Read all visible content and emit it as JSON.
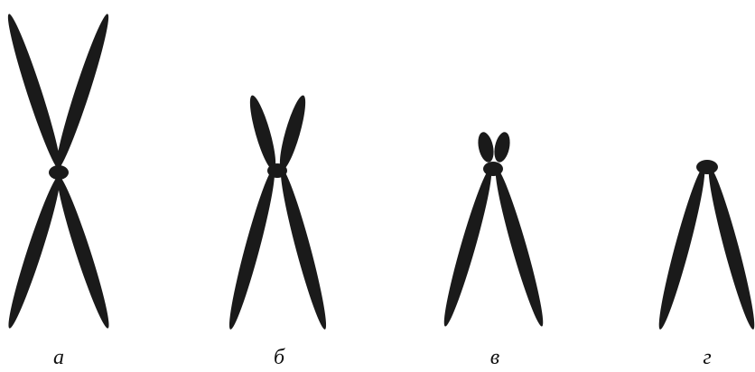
{
  "figure": {
    "ink_color": "#1a1a1a",
    "background": "#ffffff",
    "panels": [
      {
        "label": "а",
        "type": "metacentric"
      },
      {
        "label": "б",
        "type": "submetacentric"
      },
      {
        "label": "в",
        "type": "acrocentric"
      },
      {
        "label": "г",
        "type": "telocentric"
      }
    ]
  }
}
